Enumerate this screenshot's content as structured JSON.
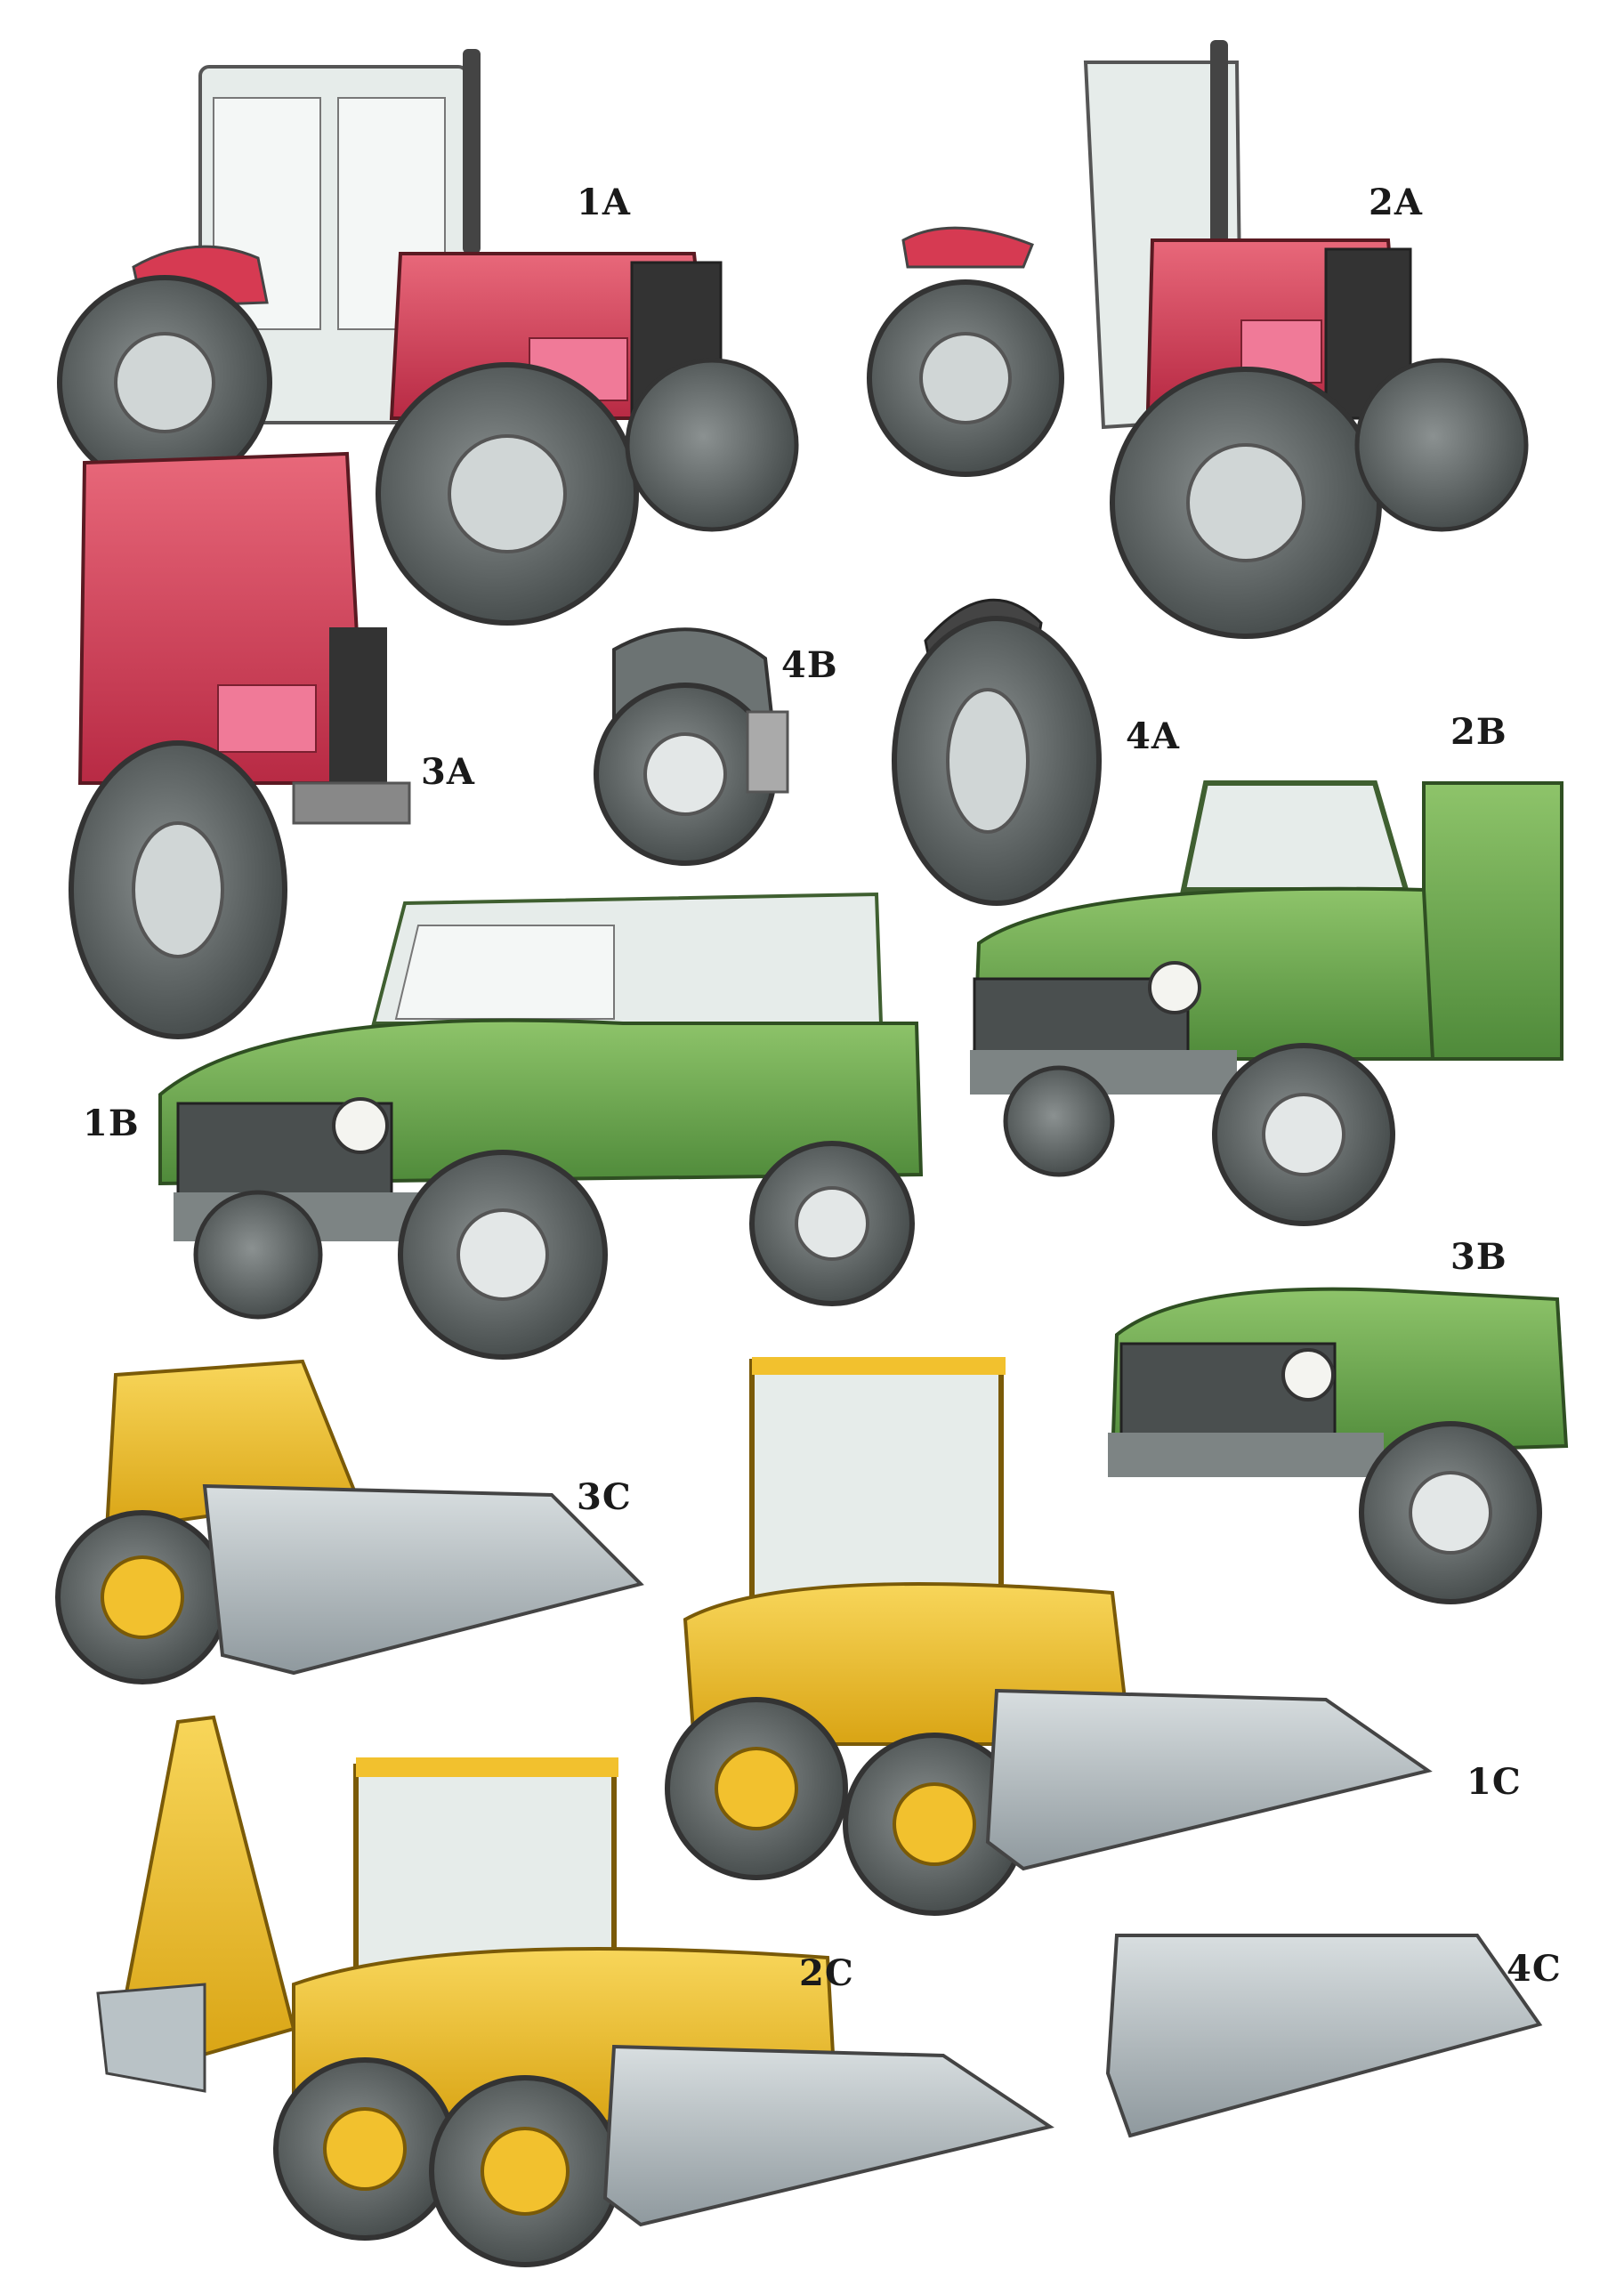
{
  "labels": {
    "l1A": "1A",
    "l2A": "2A",
    "l3A": "3A",
    "l4A": "4A",
    "l1B": "1B",
    "l2B": "2B",
    "l3B": "3B",
    "l4B": "4B",
    "l1C": "1C",
    "l2C": "2C",
    "l3C": "3C",
    "l4C": "4C"
  },
  "colors": {
    "tractor_red": "#d63a52",
    "vehicle_green": "#6faa4f",
    "digger_yellow": "#f2c12e",
    "tyre_grey": "#5d6464",
    "bucket_grey": "#b9c2c6",
    "cab_glass": "#e6ecea"
  }
}
